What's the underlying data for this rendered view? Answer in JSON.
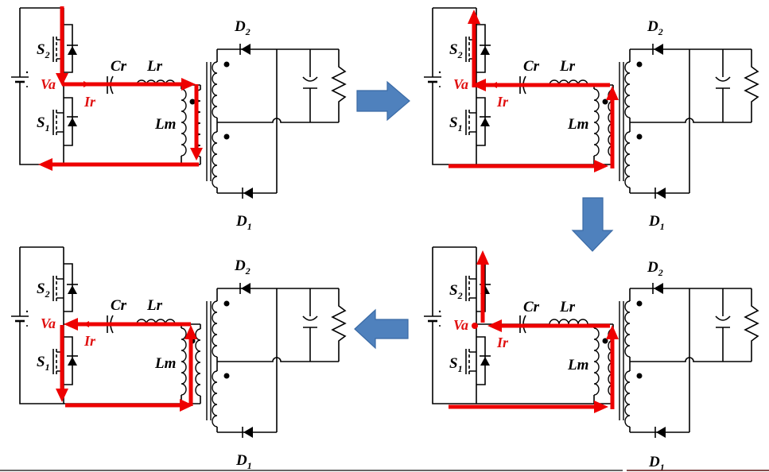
{
  "figure": {
    "description": "LLC resonant half-bridge converter operating stages",
    "colors": {
      "current_path": "#ee0000",
      "node_label": "#e01010",
      "stage_arrow": "#4f81bd",
      "circuit": "#000000"
    },
    "labels": {
      "s2": "S",
      "s2_sub": "2",
      "s1": "S",
      "s1_sub": "1",
      "cr": "Cr",
      "lr": "Lr",
      "lm": "Lm",
      "va": "Va",
      "ir": "Ir",
      "d2": "D",
      "d2_sub": "2",
      "d1": "D",
      "d1_sub": "1"
    },
    "panels": [
      {
        "id": "stage-1",
        "position": "top-left",
        "current_flow": "Vin+ through S2 down to Va, right through Cr-Lr, down through transformer primary, back left along bottom rail",
        "va_dot": false
      },
      {
        "id": "stage-2",
        "position": "top-right",
        "current_flow": "bottom rail right to transformer primary, up through primary, left through Lr-Cr to Va, up through S2",
        "va_dot": false
      },
      {
        "id": "stage-3",
        "position": "bottom-right",
        "current_flow": "bottom rail right to transformer primary, up through primary, left through Lr-Cr to Va, up through S2 (S2 body diode off)",
        "va_dot": true
      },
      {
        "id": "stage-4",
        "position": "bottom-left",
        "current_flow": "from primary top left through Lr-Cr to Va, down through S1, right along bottom rail, up through transformer primary",
        "va_dot": false
      }
    ],
    "stage_arrows": [
      {
        "from": "stage-1",
        "to": "stage-2",
        "direction": "right"
      },
      {
        "from": "stage-2",
        "to": "stage-3",
        "direction": "down"
      },
      {
        "from": "stage-3",
        "to": "stage-4",
        "direction": "left"
      }
    ]
  }
}
